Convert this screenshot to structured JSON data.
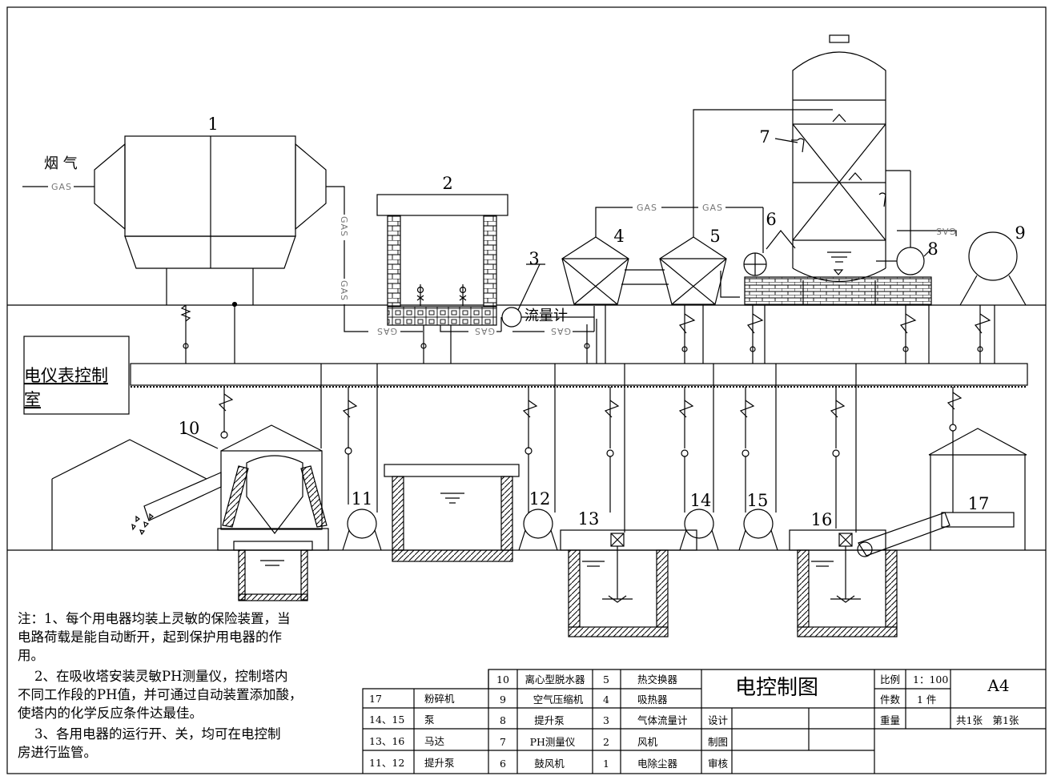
{
  "labels": {
    "flue_gas": "烟 气",
    "gas": "GAS",
    "flowmeter": "流量计",
    "control_room_line1": "电仪表控制",
    "control_room_line2": "室",
    "n1": "1",
    "n2": "2",
    "n3": "3",
    "n4": "4",
    "n5": "5",
    "n6": "6",
    "n7": "7",
    "n8": "8",
    "n9": "9",
    "n10": "10",
    "n11": "11",
    "n12": "12",
    "n13": "13",
    "n14": "14",
    "n15": "15",
    "n16": "16",
    "n17": "17"
  },
  "notes": [
    "注：1、每个用电器均装上灵敏的保险装置，当",
    "电路荷载是能自动断开，起到保护用电器的作",
    "用。",
    "    2、在吸收塔安装灵敏PH测量仪，控制塔内",
    "不同工作段的PH值，并可通过自动装置添加酸，",
    "使塔内的化学反应条件达最佳。",
    "    3、各用电器的运行开、关，均可在电控制",
    "房进行监管。"
  ],
  "parts_left": [
    {
      "no": "",
      "name": ""
    },
    {
      "no": "17",
      "name": "粉碎机"
    },
    {
      "no": "14、15",
      "name": "泵"
    },
    {
      "no": "13、16",
      "name": "马达"
    },
    {
      "no": "11、12",
      "name": "提升泵"
    }
  ],
  "parts_mid": [
    {
      "no": "10",
      "name": "离心型脱水器"
    },
    {
      "no": "9",
      "name": "空气压缩机"
    },
    {
      "no": "8",
      "name": "提升泵"
    },
    {
      "no": "7",
      "name": "PH测量仪"
    },
    {
      "no": "6",
      "name": "鼓风机"
    }
  ],
  "parts_right": [
    {
      "no": "5",
      "name": "热交换器"
    },
    {
      "no": "4",
      "name": "吸热器"
    },
    {
      "no": "3",
      "name": "气体流量计"
    },
    {
      "no": "2",
      "name": "风机"
    },
    {
      "no": "1",
      "name": "电除尘器"
    }
  ],
  "title_block": {
    "title": "电控制图",
    "design": "设计",
    "drawing": "制图",
    "review": "审核",
    "scale_label": "比例",
    "scale_value": "1：100",
    "count_label": "件数",
    "count_value": "1 件",
    "weight_label": "重量",
    "sheet_size": "A4",
    "sheets": "共1张　第1张"
  }
}
